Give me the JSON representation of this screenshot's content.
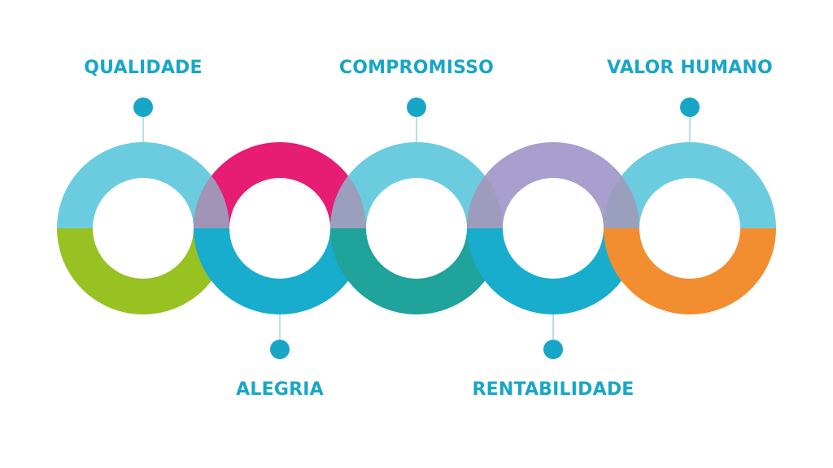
{
  "colors": {
    "label": "#18A6C8",
    "connector_dot": "#18A6C8",
    "connector_line": "#9CD6E4",
    "overlap_muted": "#9C9CBB"
  },
  "values": [
    {
      "id": "qualidade",
      "label": "QUALIDADE",
      "position": "top",
      "top_color": "#6BCCE0",
      "bottom_color": "#98C222"
    },
    {
      "id": "alegria",
      "label": "ALEGRIA",
      "position": "bottom",
      "top_color": "#E71C74",
      "bottom_color": "#18ADCD"
    },
    {
      "id": "compromisso",
      "label": "COMPROMISSO",
      "position": "top",
      "top_color": "#6BCCE0",
      "bottom_color": "#1FA39A"
    },
    {
      "id": "rentabilidade",
      "label": "RENTABILIDADE",
      "position": "bottom",
      "top_color": "#A89FCF",
      "bottom_color": "#18ADCD"
    },
    {
      "id": "valor-humano",
      "label": "VALOR HUMANO",
      "position": "top",
      "top_color": "#6BCCE0",
      "bottom_color": "#F28E2F"
    }
  ]
}
